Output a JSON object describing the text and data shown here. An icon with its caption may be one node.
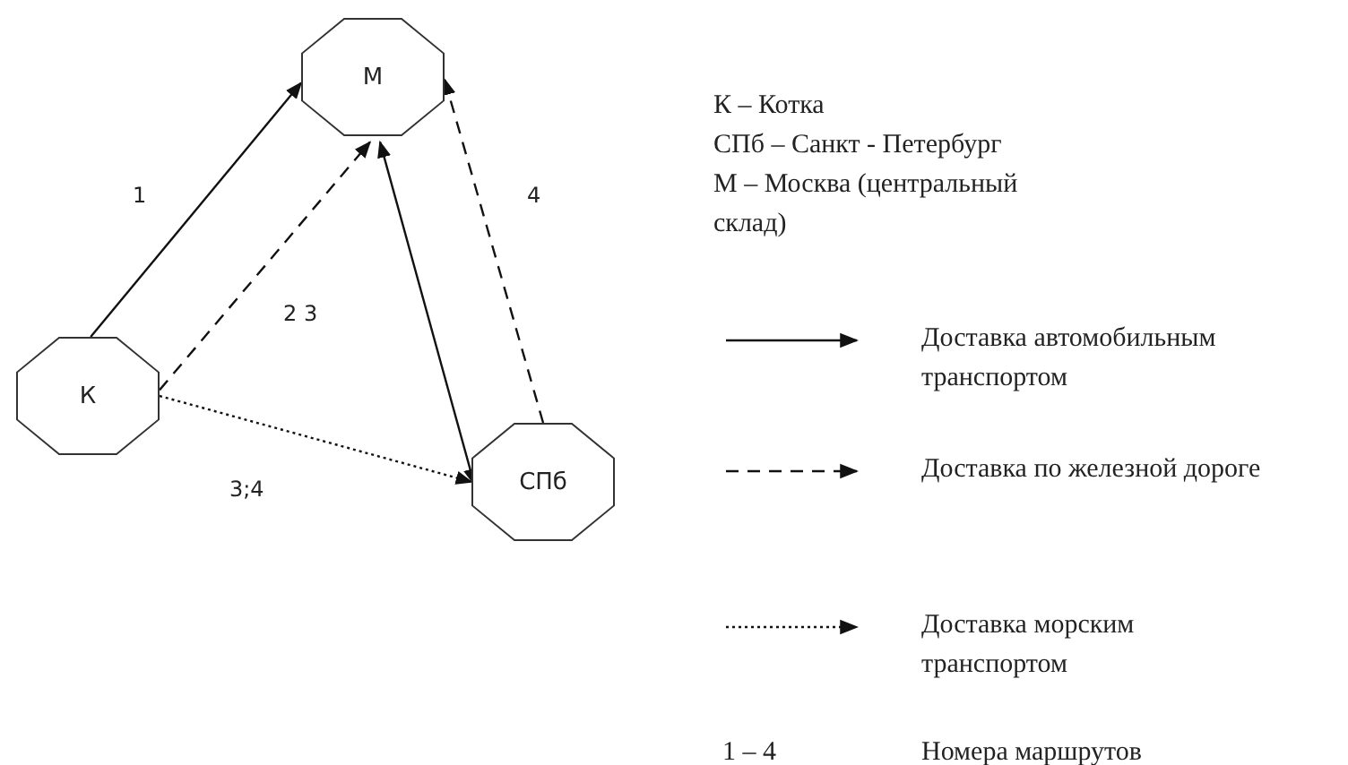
{
  "diagram": {
    "nodes": [
      {
        "text": [
          "М"
        ]
      },
      {
        "text": [
          "К"
        ]
      },
      {
        "text": [
          "СПб"
        ]
      }
    ],
    "edges": [
      {
        "from": 1,
        "to": 0,
        "arrow": "to",
        "label": "1"
      },
      {
        "from": 1,
        "to": 0,
        "arrow": "to",
        "label": "2 3",
        "style": "dashed"
      },
      {
        "from": 2,
        "to": 0,
        "arrow": "both"
      },
      {
        "from": 2,
        "to": 0,
        "arrow": "to",
        "label": "4",
        "style": "dashed"
      },
      {
        "from": 1,
        "to": 2,
        "arrow": "to",
        "label": "3;4",
        "style": "dashed"
      }
    ],
    "labels": [
      "К – Котка",
      "СПб – Санкт - Петербург",
      "М – Москва (центральный склад)",
      "1 – 4",
      "Номера маршрутов"
    ],
    "legend": [
      {
        "text": "Доставка автомобильным транспортом"
      },
      {
        "text": "Доставка по железной дороге"
      },
      {
        "text": "Доставка морским транспортом"
      }
    ]
  }
}
